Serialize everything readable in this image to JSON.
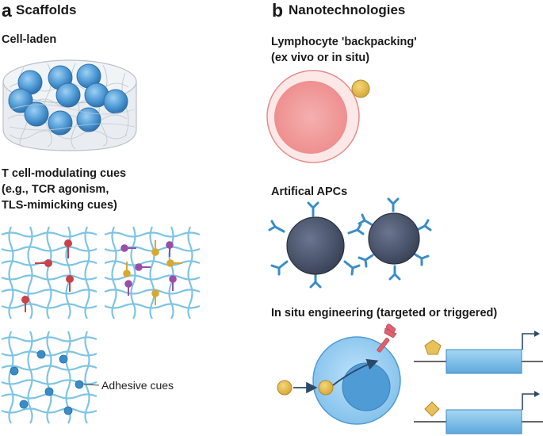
{
  "panel_a": {
    "letter": "a",
    "title": "Scaffolds",
    "cell_laden": {
      "heading": "Cell-laden"
    },
    "t_cell_cues": {
      "heading_lines": [
        "T cell-modulating cues",
        "(e.g., TCR agonism,",
        "TLS-mimicking cues)"
      ]
    },
    "adhesive": {
      "label": "Adhesive cues"
    }
  },
  "panel_b": {
    "letter": "b",
    "title": "Nanotechnologies",
    "backpacking": {
      "heading_lines": [
        "Lymphocyte 'backpacking'",
        "(ex vivo or in situ)"
      ]
    },
    "apcs": {
      "heading": "Artifical APCs"
    },
    "in_situ": {
      "heading": "In situ engineering (targeted or triggered)"
    }
  },
  "colors": {
    "mesh": "#7ec4e4",
    "cell_blue": "#4f9bd6",
    "red_cell": "#f29a9a",
    "gold": "#e8c15a",
    "apc_dark": "#4a5368",
    "apc_receptor": "#3a8cc8",
    "cue_red": "#c8424a",
    "cue_purple": "#9a4ea8",
    "cue_gold": "#d8a830",
    "pink_receptor": "#e06070",
    "dna_box": "#7ec4e8"
  },
  "icons": [
    "hydrogel-disc",
    "mesh-scaffold",
    "lymphocyte",
    "nanoparticle",
    "apc-particle",
    "y-receptor",
    "gene-construct"
  ]
}
